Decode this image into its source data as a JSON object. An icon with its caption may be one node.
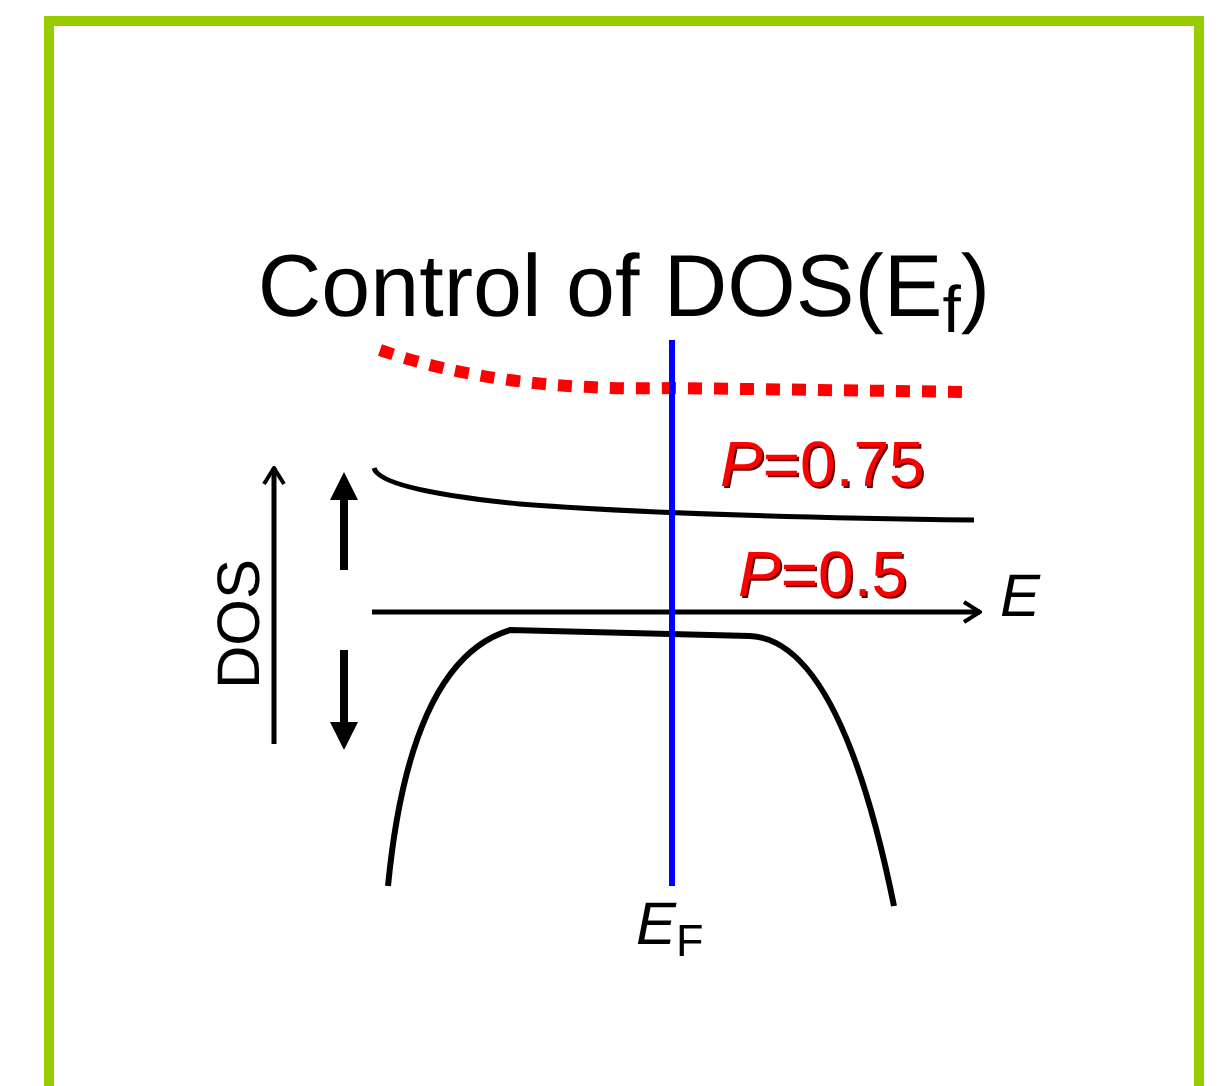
{
  "diagram": {
    "title": "Control of DOS(E$_{f}$)",
    "labels": [
      "DOS",
      "*P*=0.75",
      "*P*=0.5",
      "E",
      "*E*$_{F}$"
    ]
  }
}
